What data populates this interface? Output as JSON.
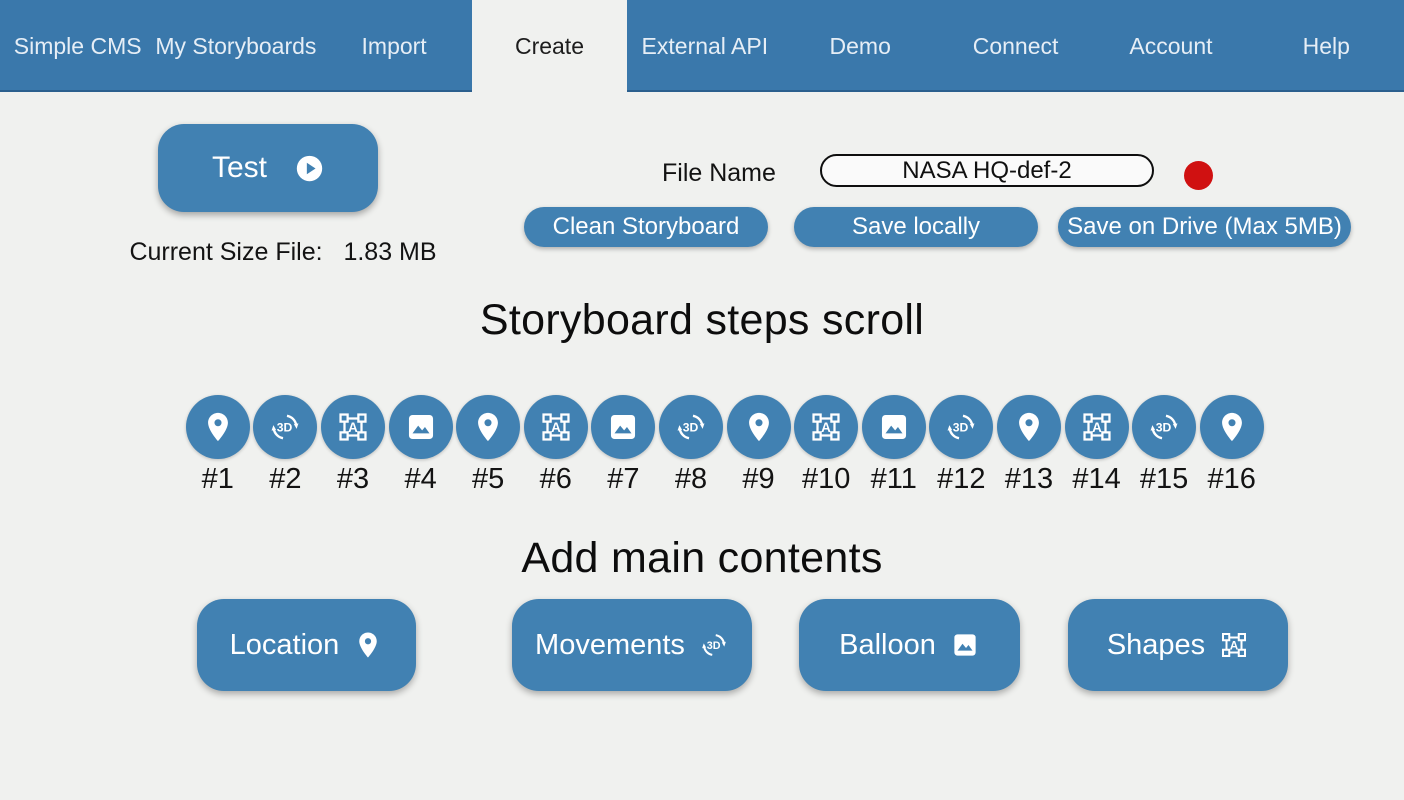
{
  "colors": {
    "nav_background": "#3a78ab",
    "nav_border_bottom": "#2b5f8e",
    "button_blue": "#4181b2",
    "page_background": "#f0f1ef",
    "status_red": "#d01111"
  },
  "nav": {
    "items": [
      {
        "label": "Simple CMS",
        "active": false
      },
      {
        "label": "My Storyboards",
        "active": false
      },
      {
        "label": "Import",
        "active": false
      },
      {
        "label": "Create",
        "active": true
      },
      {
        "label": "External API",
        "active": false
      },
      {
        "label": "Demo",
        "active": false
      },
      {
        "label": "Connect",
        "active": false
      },
      {
        "label": "Account",
        "active": false
      },
      {
        "label": "Help",
        "active": false
      }
    ]
  },
  "toolbar": {
    "test_button": "Test",
    "test_icon": "play-circle-icon",
    "current_size_label": "Current Size File:",
    "current_size_value": "1.83 MB",
    "file_name_label": "File Name",
    "file_name_value": "NASA HQ-def-2",
    "status_dot": "red",
    "clean_button": "Clean Storyboard",
    "save_locally_button": "Save locally",
    "save_drive_button": "Save on Drive (Max 5MB)"
  },
  "storyboard": {
    "title": "Storyboard steps scroll",
    "steps": [
      {
        "label": "#1",
        "icon": "location-icon"
      },
      {
        "label": "#2",
        "icon": "rotation-3d-icon"
      },
      {
        "label": "#3",
        "icon": "shapes-icon"
      },
      {
        "label": "#4",
        "icon": "image-icon"
      },
      {
        "label": "#5",
        "icon": "location-icon"
      },
      {
        "label": "#6",
        "icon": "shapes-icon"
      },
      {
        "label": "#7",
        "icon": "image-icon"
      },
      {
        "label": "#8",
        "icon": "rotation-3d-icon"
      },
      {
        "label": "#9",
        "icon": "location-icon"
      },
      {
        "label": "#10",
        "icon": "shapes-icon"
      },
      {
        "label": "#11",
        "icon": "image-icon"
      },
      {
        "label": "#12",
        "icon": "rotation-3d-icon"
      },
      {
        "label": "#13",
        "icon": "location-icon"
      },
      {
        "label": "#14",
        "icon": "shapes-icon"
      },
      {
        "label": "#15",
        "icon": "rotation-3d-icon"
      },
      {
        "label": "#16",
        "icon": "location-icon"
      }
    ]
  },
  "add_contents": {
    "title": "Add main contents",
    "buttons": [
      {
        "label": "Location",
        "icon": "location-icon"
      },
      {
        "label": "Movements",
        "icon": "rotation-3d-icon"
      },
      {
        "label": "Balloon",
        "icon": "image-icon"
      },
      {
        "label": "Shapes",
        "icon": "shapes-icon"
      }
    ]
  }
}
